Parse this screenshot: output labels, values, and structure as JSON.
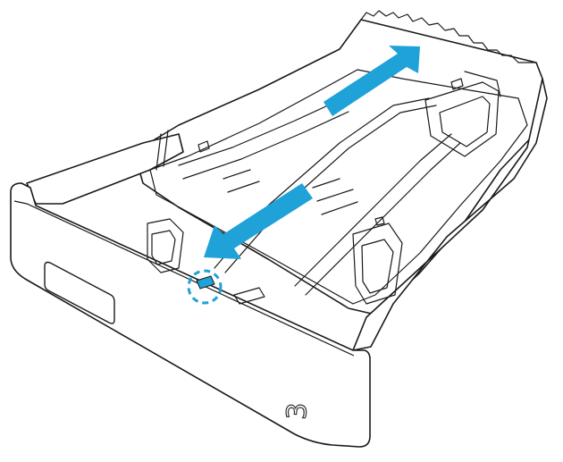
{
  "illustration": {
    "tray_number": "3",
    "colors": {
      "line": "#1a1a1a",
      "tray_fill": "#ffffff",
      "arrow": "#1ea2d8",
      "callout": "#1ea2d8",
      "number_outline": "#333333"
    },
    "icons": {
      "adjust_arrow": "double-headed-arrow",
      "highlight": "dashed-circle-callout",
      "release_tab": "guide-release-latch"
    }
  }
}
